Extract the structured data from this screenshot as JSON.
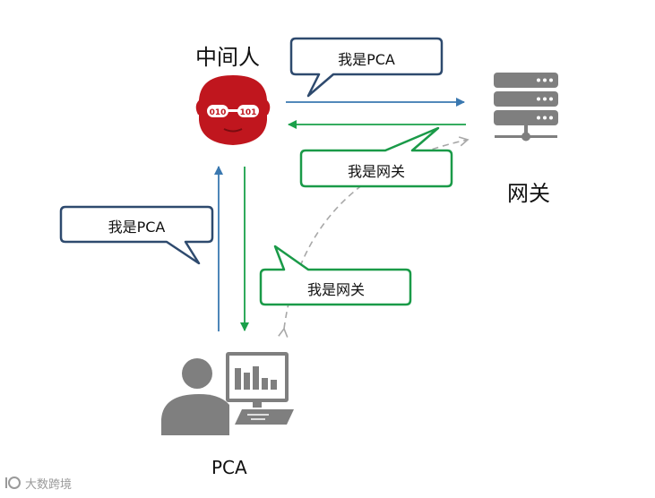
{
  "nodes": {
    "attacker": {
      "label": "中间人"
    },
    "gateway": {
      "label": "网关"
    },
    "client": {
      "label": "PCA"
    }
  },
  "bubbles": {
    "attacker_to_gateway": "我是PCA",
    "attacker_to_gateway_reply": "我是网关",
    "attacker_to_client": "我是PCA",
    "attacker_to_client_gateway": "我是网关"
  },
  "watermark": {
    "text": "大数跨境"
  },
  "colors": {
    "blue": "#3a78b0",
    "green": "#1aa04a",
    "bubble_blue_border": "#2e4a6e",
    "bubble_green_border": "#1a9a48",
    "attacker_red": "#c0161e",
    "gray_icon": "#7f7f7f",
    "dashed_gray": "#a8a8a8"
  }
}
